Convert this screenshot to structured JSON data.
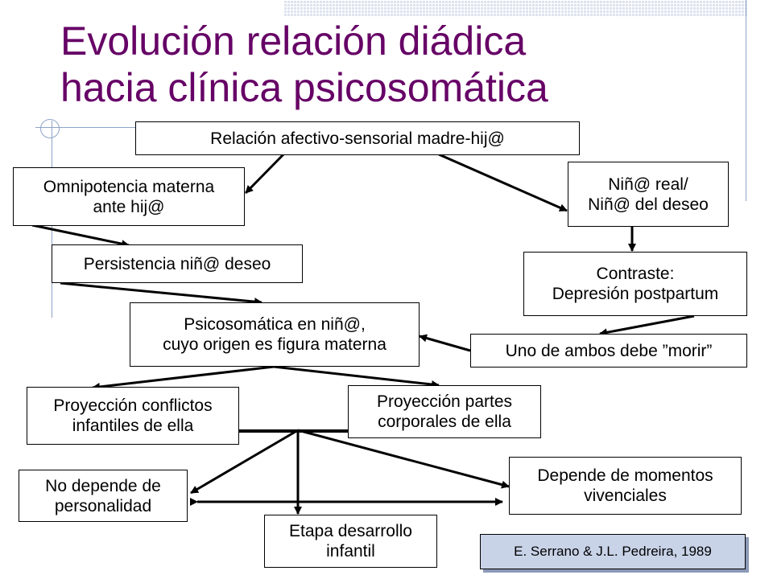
{
  "title": {
    "line1": "Evolución relación diádica",
    "line2": "hacia clínica psicosomática"
  },
  "colors": {
    "title": "#660066",
    "box_border": "#000000",
    "citation_bg": "#c9d3e8",
    "decoration": "#8ea4c8"
  },
  "nodes": {
    "root": "Relación afectivo-sensorial madre-hij@",
    "omnipotencia": "Omnipotencia materna\nante hij@",
    "nino_real": "Niñ@ real/\nNiñ@ del deseo",
    "persistencia": "Persistencia niñ@ deseo",
    "contraste": "Contraste:\nDepresión postpartum",
    "psicosomatica": "Psicosomática en niñ@,\ncuyo origen es figura materna",
    "morir": "Uno de ambos debe ”morir”",
    "proyeccion_conflictos": "Proyección conflictos\ninfantiles de ella",
    "proyeccion_partes": "Proyección partes\ncorporales de ella",
    "no_depende": "No depende de\npersonalidad",
    "depende": "Depende de momentos\nvivenciales",
    "etapa": "Etapa desarrollo\ninfantil"
  },
  "citation": "E. Serrano & J.L. Pedreira, 1989"
}
